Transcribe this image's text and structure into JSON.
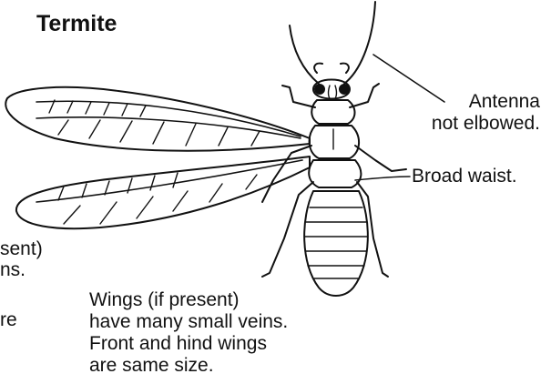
{
  "title": "Termite",
  "labels": {
    "antenna": [
      "Antenna",
      "not elbowed."
    ],
    "waist": "Broad waist.",
    "wings": [
      "Wings (if present)",
      "have many small veins.",
      "Front and hind wings",
      "are same size."
    ]
  },
  "cropped_fragments": [
    "sent)",
    "ns.",
    "re"
  ]
}
